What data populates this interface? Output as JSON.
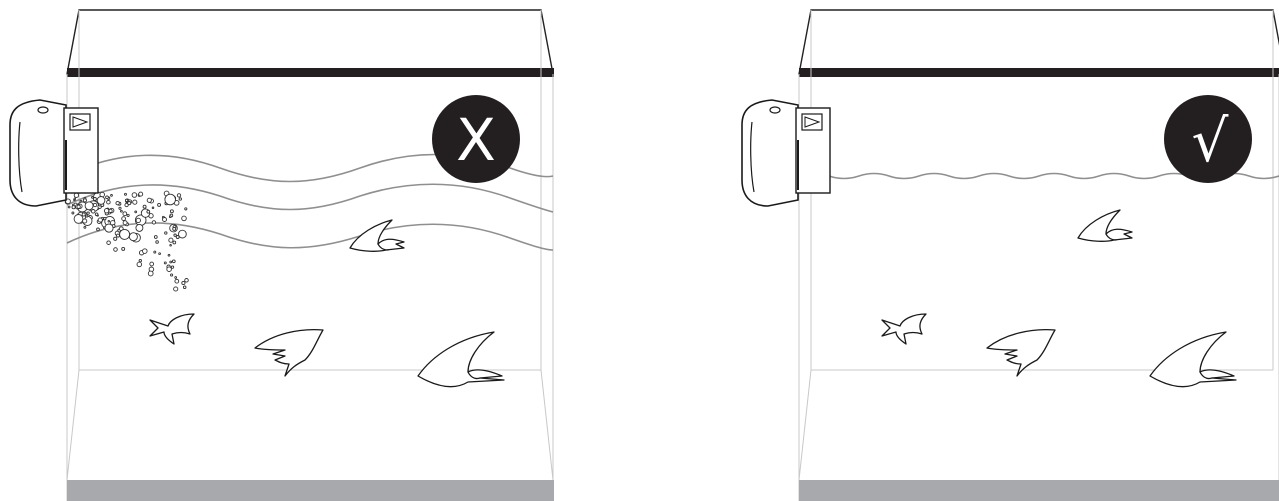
{
  "colors": {
    "rim": "#231f20",
    "floor": "#a7a9ac",
    "badge": "#231f20",
    "water_line": "#8f8f8f",
    "glass": "#c8c8c8"
  },
  "panels": [
    {
      "id": "bad",
      "badge_symbol": "X",
      "badge_meaning": "incorrect",
      "water": "turbulent",
      "bubbles": true
    },
    {
      "id": "good",
      "badge_symbol": "√",
      "badge_meaning": "correct",
      "water": "calm",
      "bubbles": false
    }
  ]
}
